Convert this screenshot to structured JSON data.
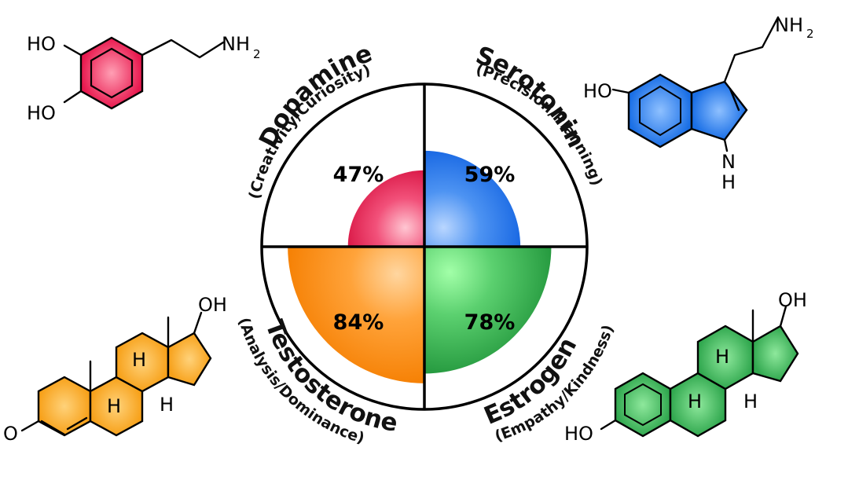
{
  "chart_data": {
    "type": "polar-area",
    "max_value": 100,
    "unit": "%",
    "segments": [
      {
        "quadrant": "top-left",
        "name": "Dopamine",
        "subtitle": "(Creativity/Curiosity)",
        "value": 47,
        "label": "47%",
        "color": "#e8184e"
      },
      {
        "quadrant": "top-right",
        "name": "Serotonin",
        "subtitle": "(Precision/Planning)",
        "value": 59,
        "label": "59%",
        "color": "#1a6fe6"
      },
      {
        "quadrant": "bottom-right",
        "name": "Estrogen",
        "subtitle": "(Empathy/Kindness)",
        "value": 78,
        "label": "78%",
        "color": "#28a848"
      },
      {
        "quadrant": "bottom-left",
        "name": "Testosterone",
        "subtitle": "(Analysis/Dominance)",
        "value": 84,
        "label": "84%",
        "color": "#ff8a10"
      }
    ]
  },
  "molecules": {
    "dopamine": {
      "icon": "dopamine-molecule-icon",
      "color": "#e8184e",
      "labels": {
        "ho_top": "HO",
        "ho_bottom": "HO",
        "nh": "NH",
        "sub2": "2"
      }
    },
    "serotonin": {
      "icon": "serotonin-molecule-icon",
      "color": "#1a6fe6",
      "labels": {
        "ho": "HO",
        "nh": "NH",
        "sub2": "2",
        "n": "N",
        "h": "H"
      }
    },
    "testosterone": {
      "icon": "testosterone-molecule-icon",
      "color": "#f7a11a",
      "labels": {
        "oh": "OH",
        "o": "O",
        "h1": "H",
        "h2": "H",
        "h3": "H"
      }
    },
    "estrogen": {
      "icon": "estrogen-molecule-icon",
      "color": "#31a84f",
      "labels": {
        "oh": "OH",
        "ho": "HO",
        "h1": "H",
        "h2": "H",
        "h3": "H"
      }
    }
  }
}
